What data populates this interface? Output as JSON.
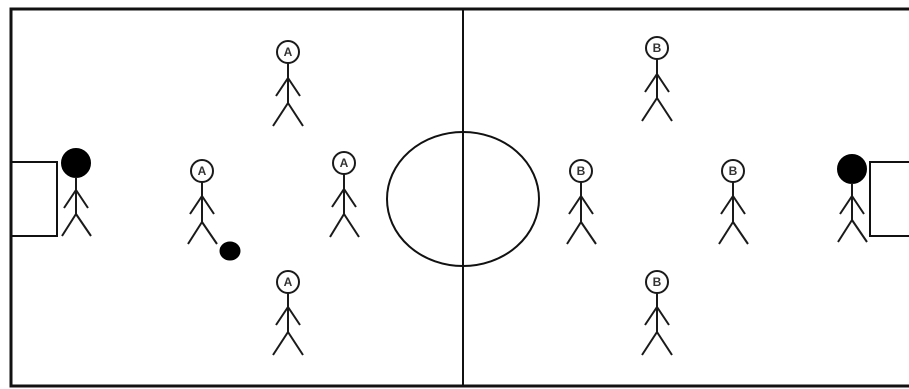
{
  "players": [
    {
      "team": "A",
      "label": "A"
    },
    {
      "team": "A",
      "label": "A"
    },
    {
      "team": "A",
      "label": "A"
    },
    {
      "team": "A",
      "label": "A"
    },
    {
      "team": "B",
      "label": "B"
    },
    {
      "team": "B",
      "label": "B"
    },
    {
      "team": "B",
      "label": "B"
    },
    {
      "team": "B",
      "label": "B"
    }
  ],
  "goalkeepers": [
    {
      "side": "left",
      "head": "filled"
    },
    {
      "side": "right",
      "head": "filled"
    }
  ],
  "ball": {
    "present": true,
    "color": "#000000"
  },
  "colors": {
    "lines": "#111111",
    "background": "#ffffff"
  }
}
